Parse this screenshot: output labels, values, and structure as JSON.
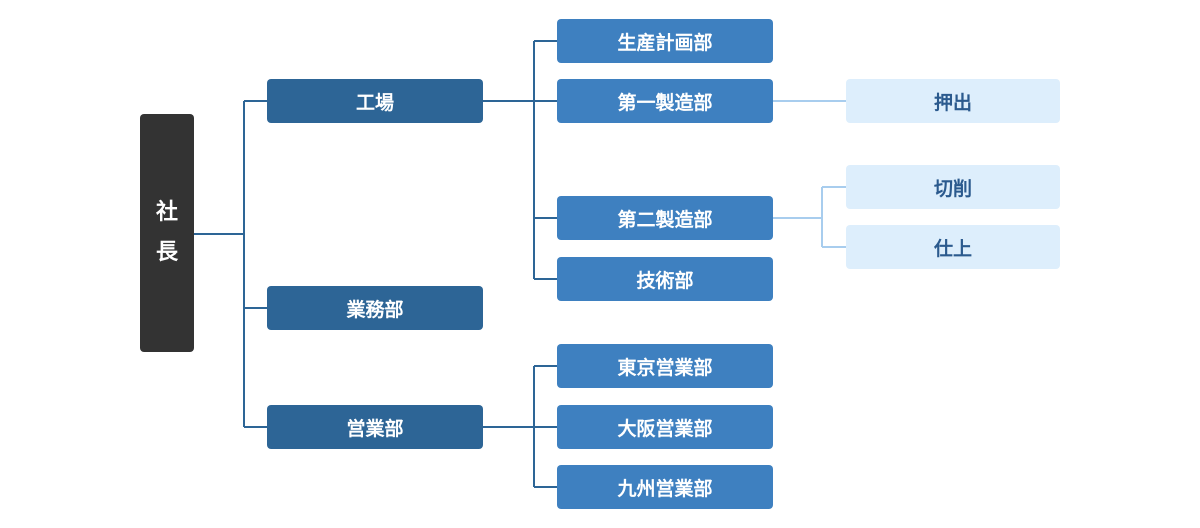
{
  "root": {
    "chars": [
      "社",
      "長"
    ]
  },
  "divisions": [
    {
      "label": "工場"
    },
    {
      "label": "業務部"
    },
    {
      "label": "営業部"
    }
  ],
  "departments": [
    {
      "label": "生産計画部"
    },
    {
      "label": "第一製造部"
    },
    {
      "label": "第二製造部"
    },
    {
      "label": "技術部"
    },
    {
      "label": "東京営業部"
    },
    {
      "label": "大阪営業部"
    },
    {
      "label": "九州営業部"
    }
  ],
  "sections": [
    {
      "label": "押出"
    },
    {
      "label": "切削"
    },
    {
      "label": "仕上"
    }
  ],
  "colors": {
    "root": "#333333",
    "division": "#2d6596",
    "department": "#3e80c0",
    "section": "#ddeefc",
    "section_text": "#2b5a8e",
    "connector": "#2d6596",
    "connector_light": "#a8cdee"
  }
}
